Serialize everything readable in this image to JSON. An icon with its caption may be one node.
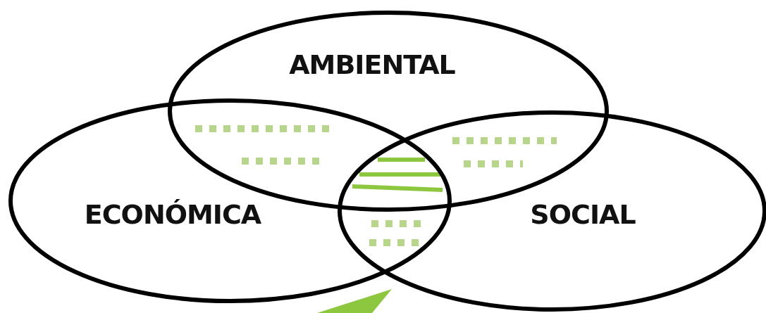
{
  "diagram": {
    "nodes": [
      {
        "text": [
          "AMBIENTAL"
        ]
      },
      {
        "text": [
          "ECONÓMICA"
        ]
      },
      {
        "text": [
          "SOCIAL"
        ]
      }
    ],
    "edges": []
  }
}
